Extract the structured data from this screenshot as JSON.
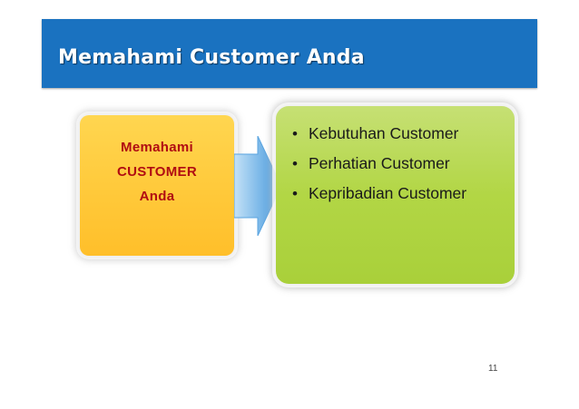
{
  "slide": {
    "title": "Memahami Customer Anda",
    "left_box": {
      "label": "Memahami\nCUSTOMER\nAnda"
    },
    "right_box": {
      "items": [
        {
          "text": "Kebutuhan Customer"
        },
        {
          "text": "Perhatian Customer"
        },
        {
          "text": "Kepribadian Customer"
        }
      ]
    },
    "page_number": "11"
  },
  "colors": {
    "title_bar": "#1a72c0",
    "left_box": "#ffc93a",
    "left_text": "#b00c12",
    "arrow": "#4a9fe0",
    "right_box": "#b2d645"
  }
}
